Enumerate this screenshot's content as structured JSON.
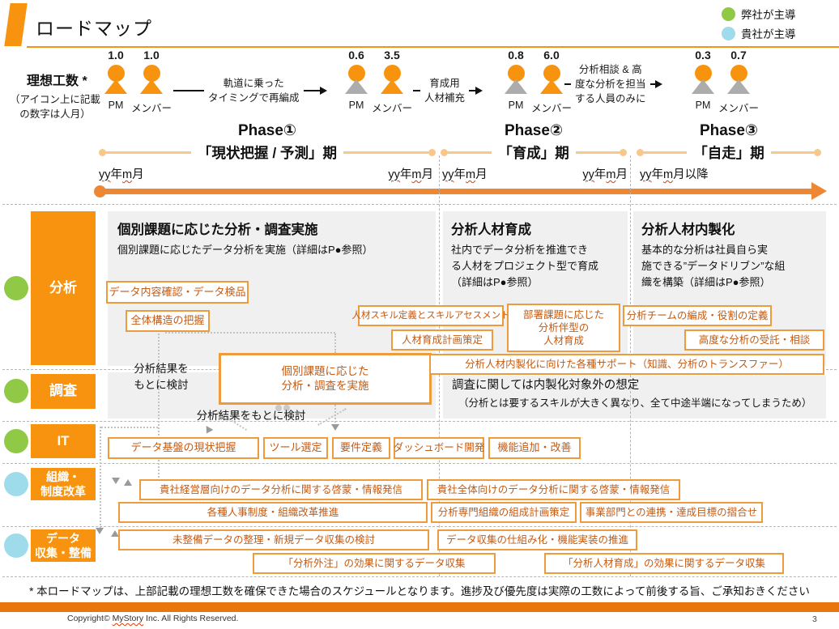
{
  "header": {
    "title": "ロードマップ",
    "legend": [
      {
        "label": "弊社が主導",
        "color": "#90C945"
      },
      {
        "label": "貴社が主導",
        "color": "#9EDCEC"
      }
    ]
  },
  "workload": {
    "label": "理想工数 *",
    "note": "（アイコン上に記載\nの数字は人月）",
    "pm_label": "PM",
    "member_label": "メンバー",
    "groups": [
      {
        "pm": "1.0",
        "member": "1.0"
      },
      {
        "pm": "0.6",
        "member": "3.5"
      },
      {
        "pm": "0.8",
        "member": "6.0"
      },
      {
        "pm": "0.3",
        "member": "0.7"
      }
    ],
    "transitions": [
      "軌道に乗った\nタイミングで再編成",
      "育成用\n人材補充",
      "分析相談 & 高\n度な分析を担当\nする人員のみに"
    ]
  },
  "phases": [
    {
      "name": "Phase①",
      "period": "「現状把握 / 予測」期",
      "start": "yy年m月",
      "end": "yy年m月"
    },
    {
      "name": "Phase②",
      "period": "「育成」期",
      "start": "yy年m月",
      "end": "yy年m月"
    },
    {
      "name": "Phase③",
      "period": "「自走」期",
      "start": "yy年m月以降"
    }
  ],
  "lanes": [
    {
      "label": "分析",
      "owner": "our"
    },
    {
      "label": "調査",
      "owner": "our"
    },
    {
      "label": "IT",
      "owner": "our"
    },
    {
      "label": "組織・\n制度改革",
      "owner": "client"
    },
    {
      "label": "データ\n収集・整備",
      "owner": "client"
    }
  ],
  "panels": {
    "p1_title": "個別課題に応じた分析・調査実施",
    "p1_desc": "個別課題に応じたデータ分析を実施（詳細はP●参照）",
    "p2_title": "分析人材育成",
    "p2_desc": "社内でデータ分析を推進でき\nる人材をプロジェクト型で育成\n（詳細はP●参照）",
    "p3_title": "分析人材内製化",
    "p3_desc": "基本的な分析は社員自ら実\n施できる”データドリブン”な組\n織を構築（詳細はP●参照）"
  },
  "boxes": {
    "data_check": "データ内容確認・データ検品",
    "overall_structure": "全体構造の把握",
    "individual_analysis": "個別課題に応じた\n分析・調査を実施",
    "skill_definition": "人材スキル定義とスキルアセスメント",
    "training_plan": "人材育成計画策定",
    "dept_training": "部署課題に応じた\n分析伴型の\n人材育成",
    "team_formation": "分析チームの編成・役割の定義",
    "advanced_consult": "高度な分析の受託・相談",
    "internalization_support": "分析人材内製化に向けた各種サポート（知識、分析のトランスファー）",
    "data_platform": "データ基盤の現状把握",
    "tool_selection": "ツール選定",
    "requirements": "要件定義",
    "dashboard_dev": "ダッシュボード開発",
    "feature_improvement": "機能追加・改善",
    "exec_enlightenment": "貴社経営層向けのデータ分析に関する啓蒙・情報発信",
    "company_enlightenment": "貴社全体向けのデータ分析に関する啓蒙・情報発信",
    "hr_reform": "各種人事制度・組織改革推進",
    "org_plan": "分析専門組織の組成計画策定",
    "biz_alignment": "事業部門との連携・達成目標の摺合せ",
    "data_cleanup": "未整備データの整理・新規データ収集の検討",
    "data_mechanism": "データ収集の仕組み化・機能実装の推進",
    "outsourcing_effect": "「分析外注」の効果に関するデータ収集",
    "training_effect": "「分析人材育成」の効果に関するデータ収集"
  },
  "annotations": {
    "consider_left": "分析結果を\nもとに検討",
    "consider_bottom": "分析結果をもとに検討",
    "survey_note_title": "調査に関しては内製化対象外の想定",
    "survey_note_detail": "（分析とは要するスキルが大きく異なり、全て中途半端になってしまうため）"
  },
  "footnote": "* 本ロードマップは、上部記載の理想工数を確保できた場合のスケジュールとなります。進捗及び優先度は実際の工数によって前後する旨、ご承知おきください",
  "footer": {
    "copyright": "Copyright© MyStory Inc. All Rights Reserved.",
    "page": "3"
  },
  "colors": {
    "accent_orange": "#F7930E",
    "box_border": "#EE9B3D",
    "box_text": "#C55A11",
    "phase_line_light_orange": "#F8C88B",
    "timeline_orange": "#ED8733",
    "our_company_green": "#90C945",
    "client_blue": "#9EDCEC",
    "panel_gray": "#F0F0F0",
    "person_gray": "#ACACAC"
  }
}
